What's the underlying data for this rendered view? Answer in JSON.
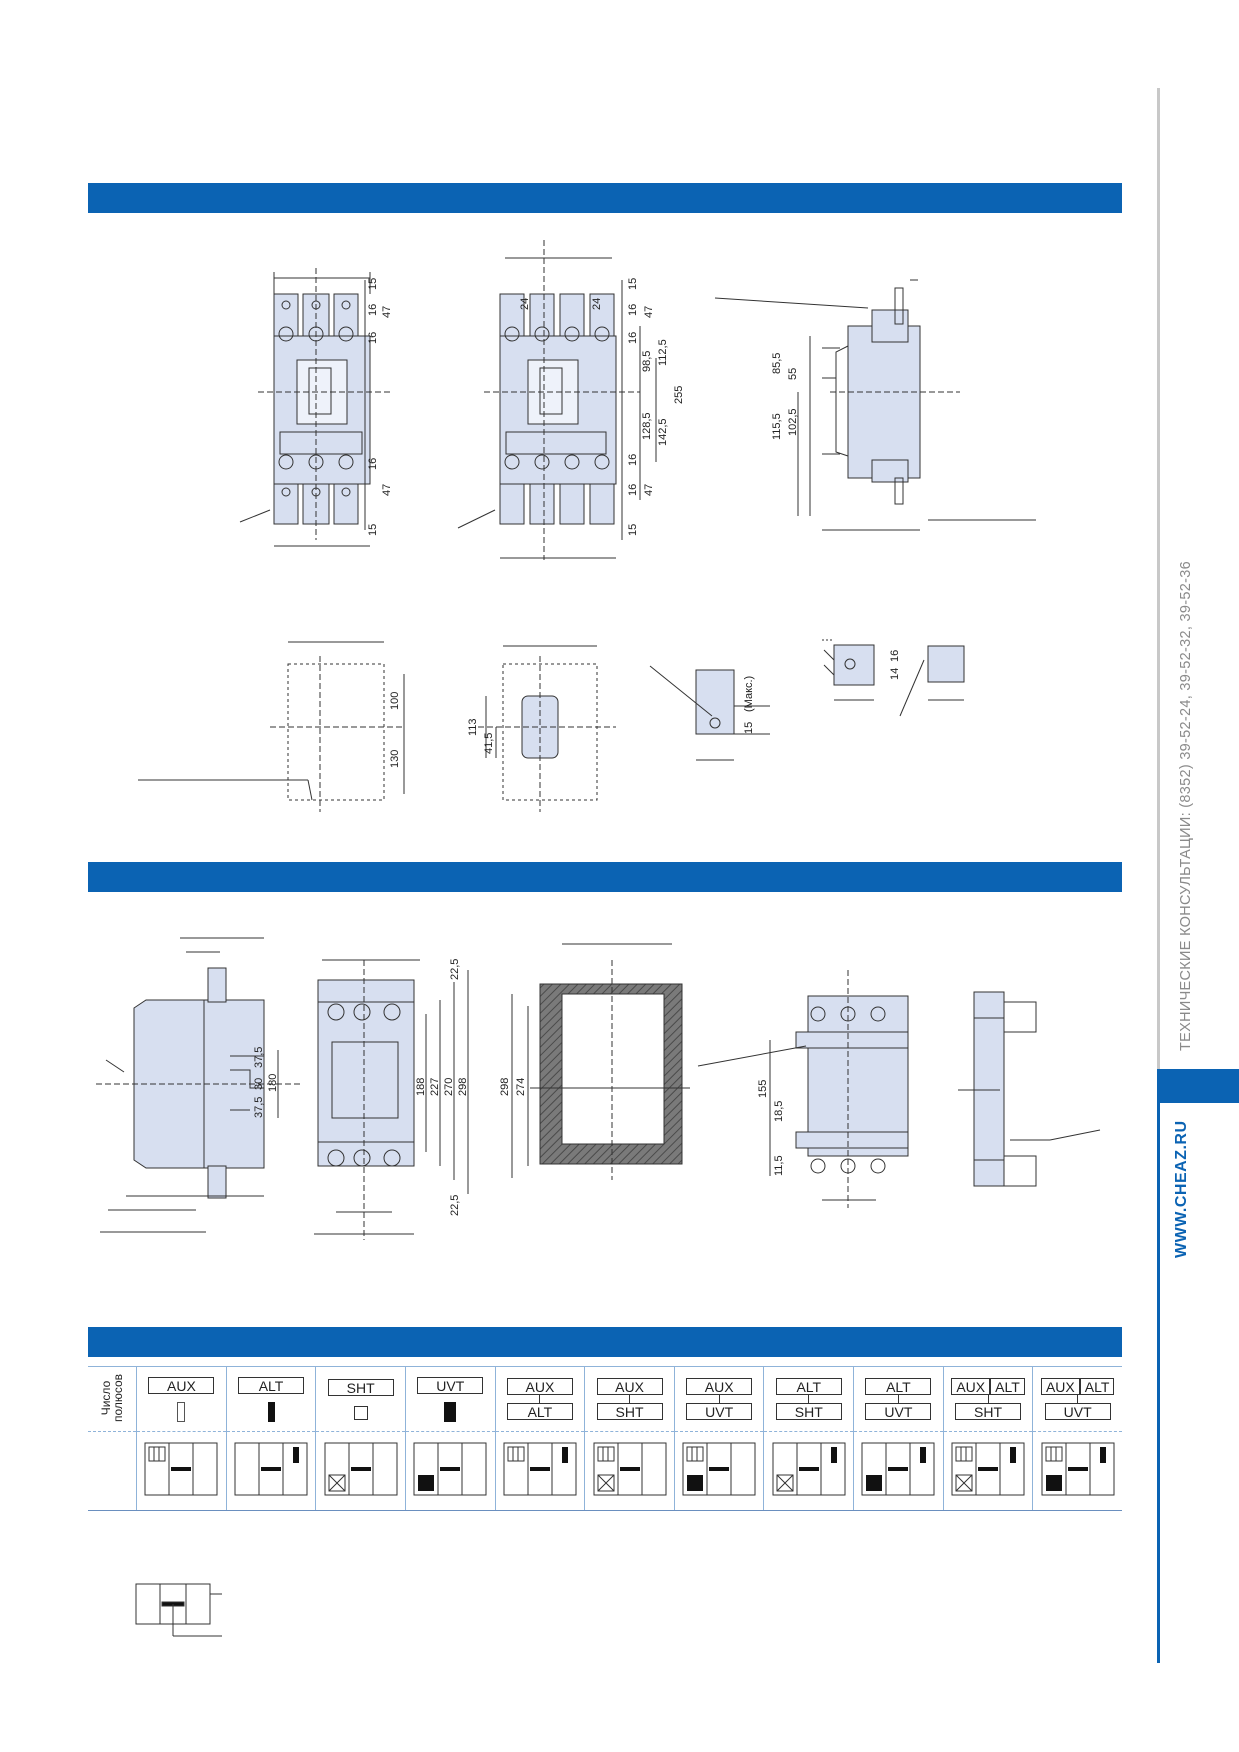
{
  "sidebar": {
    "contact_text": "ТЕХНИЧЕСКИЕ КОНСУЛЬТАЦИИ: (8352) 39-52-24, 39-52-32, 39-52-36",
    "url": "WWW.CHEAZ.RU"
  },
  "colors": {
    "brand": "#0b63b3",
    "drawing_fill": "#d7dff0",
    "line": "#333333"
  },
  "section1": {
    "front_view_dims": [
      "15",
      "47",
      "16",
      "16",
      "16",
      "47",
      "15"
    ],
    "variant_view_dims_top": [
      "24",
      "24",
      "15",
      "47",
      "16"
    ],
    "variant_view_dims_right": [
      "16",
      "98,5",
      "112,5",
      "255",
      "128,5",
      "142,5",
      "16",
      "16",
      "47",
      "15"
    ],
    "side_view_dims": [
      "85,5",
      "55",
      "115,5",
      "102,5"
    ],
    "cutout_dims": [
      "100",
      "130"
    ],
    "panel_hole_dims": [
      "113",
      "41,5"
    ],
    "bar_dims": [
      "15",
      "(Макс.)"
    ],
    "terminal_dims": [
      "14",
      "16"
    ]
  },
  "section2": {
    "side_dims": [
      "37,5",
      "30",
      "37,5",
      "180"
    ],
    "front_dims_top": "22,5",
    "front_dims_right": [
      "188",
      "227",
      "270",
      "298"
    ],
    "front_dims_bottom": "22,5",
    "frame_dims": [
      "298",
      "274"
    ],
    "mount_dims": [
      "155",
      "18,5",
      "11,5"
    ]
  },
  "accessory_table": {
    "poles_label_line1": "Число",
    "poles_label_line2": "полюсов",
    "columns": [
      {
        "top": "AUX",
        "bottom": "",
        "symbol": "aux"
      },
      {
        "top": "ALT",
        "bottom": "",
        "symbol": "alt"
      },
      {
        "top": "SHT",
        "bottom": "",
        "symbol": "sht"
      },
      {
        "top": "UVT",
        "bottom": "",
        "symbol": "uvt"
      },
      {
        "top": "AUX",
        "bottom": "ALT"
      },
      {
        "top": "AUX",
        "bottom": "SHT"
      },
      {
        "top": "AUX",
        "bottom": "UVT"
      },
      {
        "top": "ALT",
        "bottom": "SHT"
      },
      {
        "top": "ALT",
        "bottom": "UVT"
      },
      {
        "top_left": "AUX",
        "top_right": "ALT",
        "bottom": "SHT"
      },
      {
        "top_left": "AUX",
        "top_right": "ALT",
        "bottom": "UVT"
      }
    ]
  }
}
